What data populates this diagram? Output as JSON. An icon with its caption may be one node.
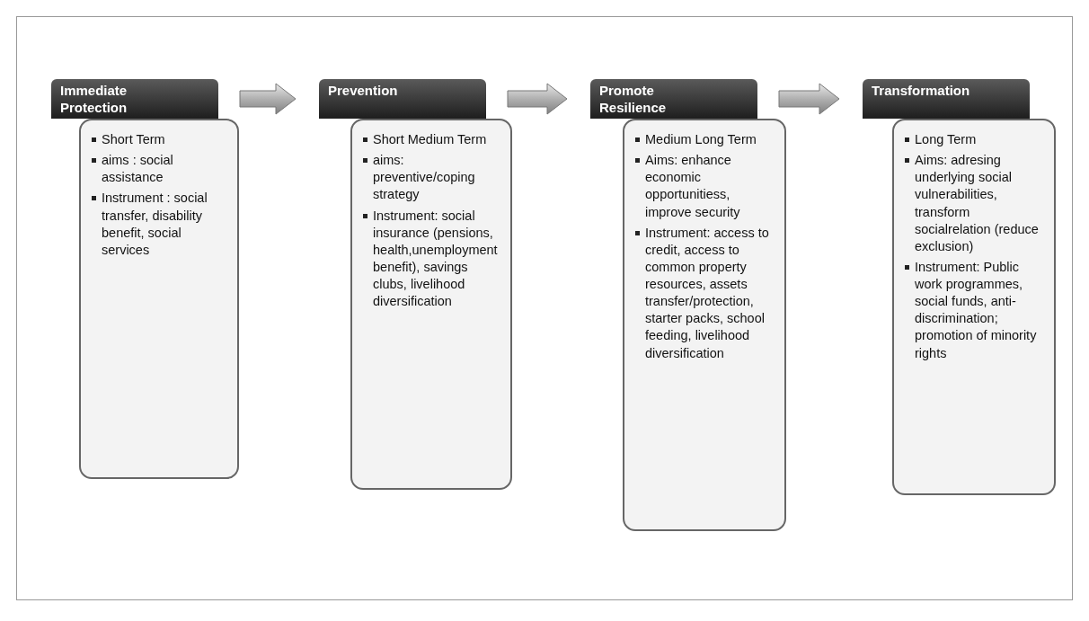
{
  "diagram": {
    "nodes": [
      {
        "text": [
          "Immediate Protection"
        ]
      },
      {
        "text": [
          "Short Term",
          "aims : social assistance",
          "Instrument : social transfer, disability benefit, social services"
        ]
      },
      {
        "text": [
          "Prevention"
        ]
      },
      {
        "text": [
          "Short Medium Term",
          "aims: preventive/coping strategy",
          "Instrument: social insurance (pensions, health,unemployment benefit), savings clubs, livelihood diversification"
        ]
      },
      {
        "text": [
          "Promote Resilience"
        ]
      },
      {
        "text": [
          "Medium Long Term",
          "Aims: enhance economic opportunitiess, improve security",
          "Instrument: access to credit, access to common property resources, assets transfer/protection, starter packs, school feeding, livelihood diversification"
        ]
      },
      {
        "text": [
          "Transformation"
        ]
      },
      {
        "text": [
          "Long Term",
          "Aims: adresing underlying social vulnerabilities, transform socialrelation (reduce exclusion)",
          "Instrument: Public work programmes, social funds, anti-discrimination; promotion of minority rights"
        ]
      }
    ],
    "edges": [
      {
        "from": 0,
        "to": 2,
        "arrow": "to"
      },
      {
        "from": 2,
        "to": 4,
        "arrow": "to"
      },
      {
        "from": 4,
        "to": 6,
        "arrow": "to"
      }
    ]
  }
}
